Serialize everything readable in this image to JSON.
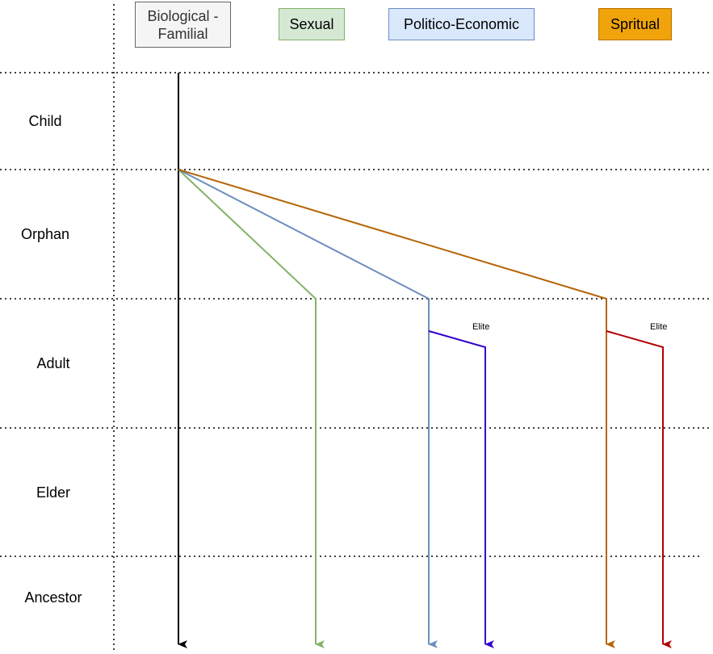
{
  "headers": {
    "biological_familial": {
      "label": "Biological -\nFamilial",
      "fill": "#f5f5f5",
      "stroke": "#666666"
    },
    "sexual": {
      "label": "Sexual",
      "fill": "#d5e8d4",
      "stroke": "#82b366"
    },
    "politico_economic": {
      "label": "Politico-Economic",
      "fill": "#dae8fc",
      "stroke": "#6c8ebf"
    },
    "spiritual": {
      "label": "Spritual",
      "fill": "#f0a30a",
      "stroke": "#bd7000"
    }
  },
  "stages": [
    {
      "label": "Child"
    },
    {
      "label": "Orphan"
    },
    {
      "label": "Adult"
    },
    {
      "label": "Elder"
    },
    {
      "label": "Ancestor"
    }
  ],
  "branches": {
    "politico_elite": {
      "label": "Elite"
    },
    "spiritual_elite": {
      "label": "Elite"
    }
  },
  "colors": {
    "biological": "#000000",
    "sexual": "#82b366",
    "politico": "#6c8ebf",
    "spiritual": "#b46504",
    "politico_elite": "#3300cc",
    "spiritual_elite": "#b20000",
    "grid": "#000000"
  }
}
